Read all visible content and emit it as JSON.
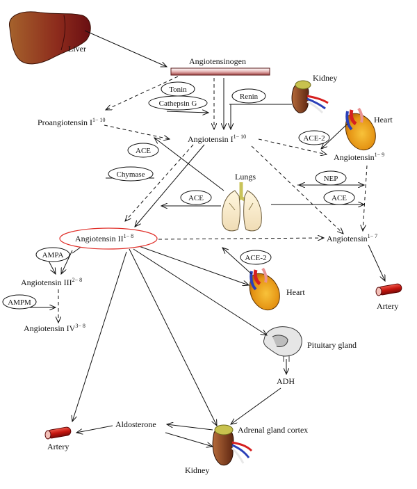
{
  "nodes": {
    "liver": "Liver",
    "angiotensinogen": "Angiotensinogen",
    "kidney_top": "Kidney",
    "heart_top": "Heart",
    "proangiotensin": "Proangiotensin I",
    "proangiotensin_sup": "1− 10",
    "ang1": "Angiotensin I",
    "ang1_sup": "1− 10",
    "ang19": "Angiotensin",
    "ang19_sup": "1− 9",
    "lungs": "Lungs",
    "ang2": "Angiotensin II",
    "ang2_sup": "1− 8",
    "ang17": "Angiotensin",
    "ang17_sup": "1− 7",
    "ang3": "Angiotensin III",
    "ang3_sup": "2− 8",
    "ang4": "Angiotensin IV",
    "ang4_sup": "3− 8",
    "heart_mid": "Heart",
    "artery_right": "Artery",
    "pituitary": "Pituitary gland",
    "adh": "ADH",
    "aldosterone": "Aldosterone",
    "adrenal": "Adrenal gland cortex",
    "artery_left": "Artery",
    "kidney_bottom": "Kidney"
  },
  "enzymes": {
    "tonin": "Tonin",
    "cathepsin": "Cathepsin G",
    "renin": "Renin",
    "ace2_top": "ACE-2",
    "ace_top": "ACE",
    "chymase": "Chymase",
    "nep": "NEP",
    "ace_left": "ACE",
    "ace_right": "ACE",
    "ampa": "AMPA",
    "ace2_mid": "ACE-2",
    "ampm": "AMPM"
  },
  "colors": {
    "highlight_ring": "#e0302a",
    "organ_brown": "#8a3d1e",
    "artery_red": "#d3231b",
    "heart_yellow": "#f3b21b"
  },
  "icons": [
    "liver-icon",
    "kidney-icon",
    "heart-icon",
    "lungs-icon",
    "artery-icon",
    "pituitary-gland-icon"
  ]
}
